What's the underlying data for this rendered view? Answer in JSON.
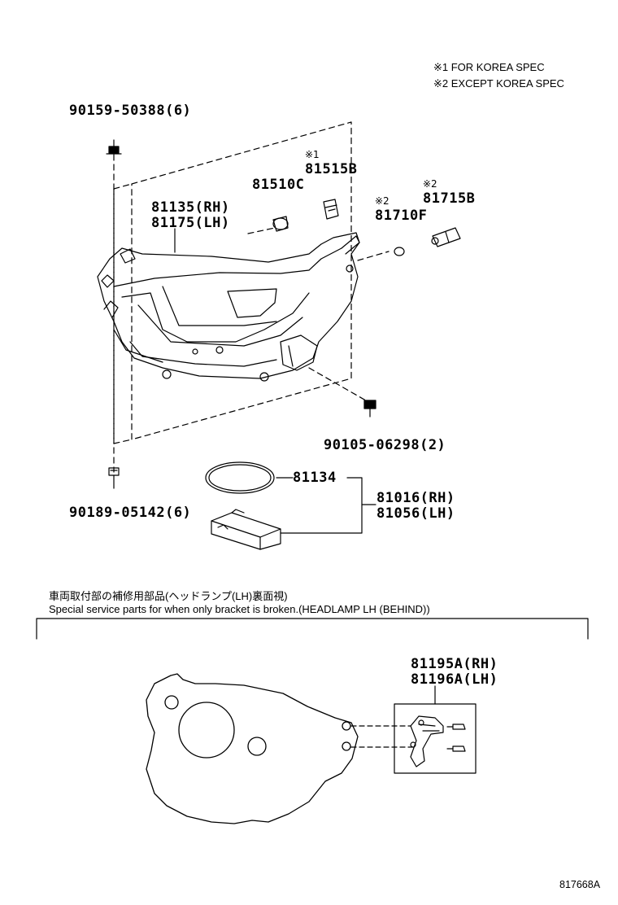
{
  "notes": {
    "korea": "※1 FOR KOREA SPEC",
    "except_korea": "※2 EXCEPT KOREA SPEC"
  },
  "parts": {
    "screw_top": "90159-50388(6)",
    "bulb_mark_1": "※1",
    "bulb_815": "81515B",
    "bulb_815c": "81510C",
    "housing_rh": "81135(RH)",
    "housing_lh": "81175(LH)",
    "mark_2a": "※2",
    "bulb_817f": "81710F",
    "mark_2b": "※2",
    "bulb_817b": "81715B",
    "screw_mid": "90105-06298(2)",
    "gasket": "81134",
    "screw_bottom": "90189-05142(6)",
    "module_rh": "81016(RH)",
    "module_lh": "81056(LH)"
  },
  "service": {
    "caption_jp": "車両取付部の補修用部品(ヘッドランプ(LH)裏面視)",
    "caption_en": "Special service parts for when only bracket is broken.(HEADLAMP LH (BEHIND))",
    "bracket_rh": "81195A(RH)",
    "bracket_lh": "81196A(LH)"
  },
  "figure_id": "817668A"
}
